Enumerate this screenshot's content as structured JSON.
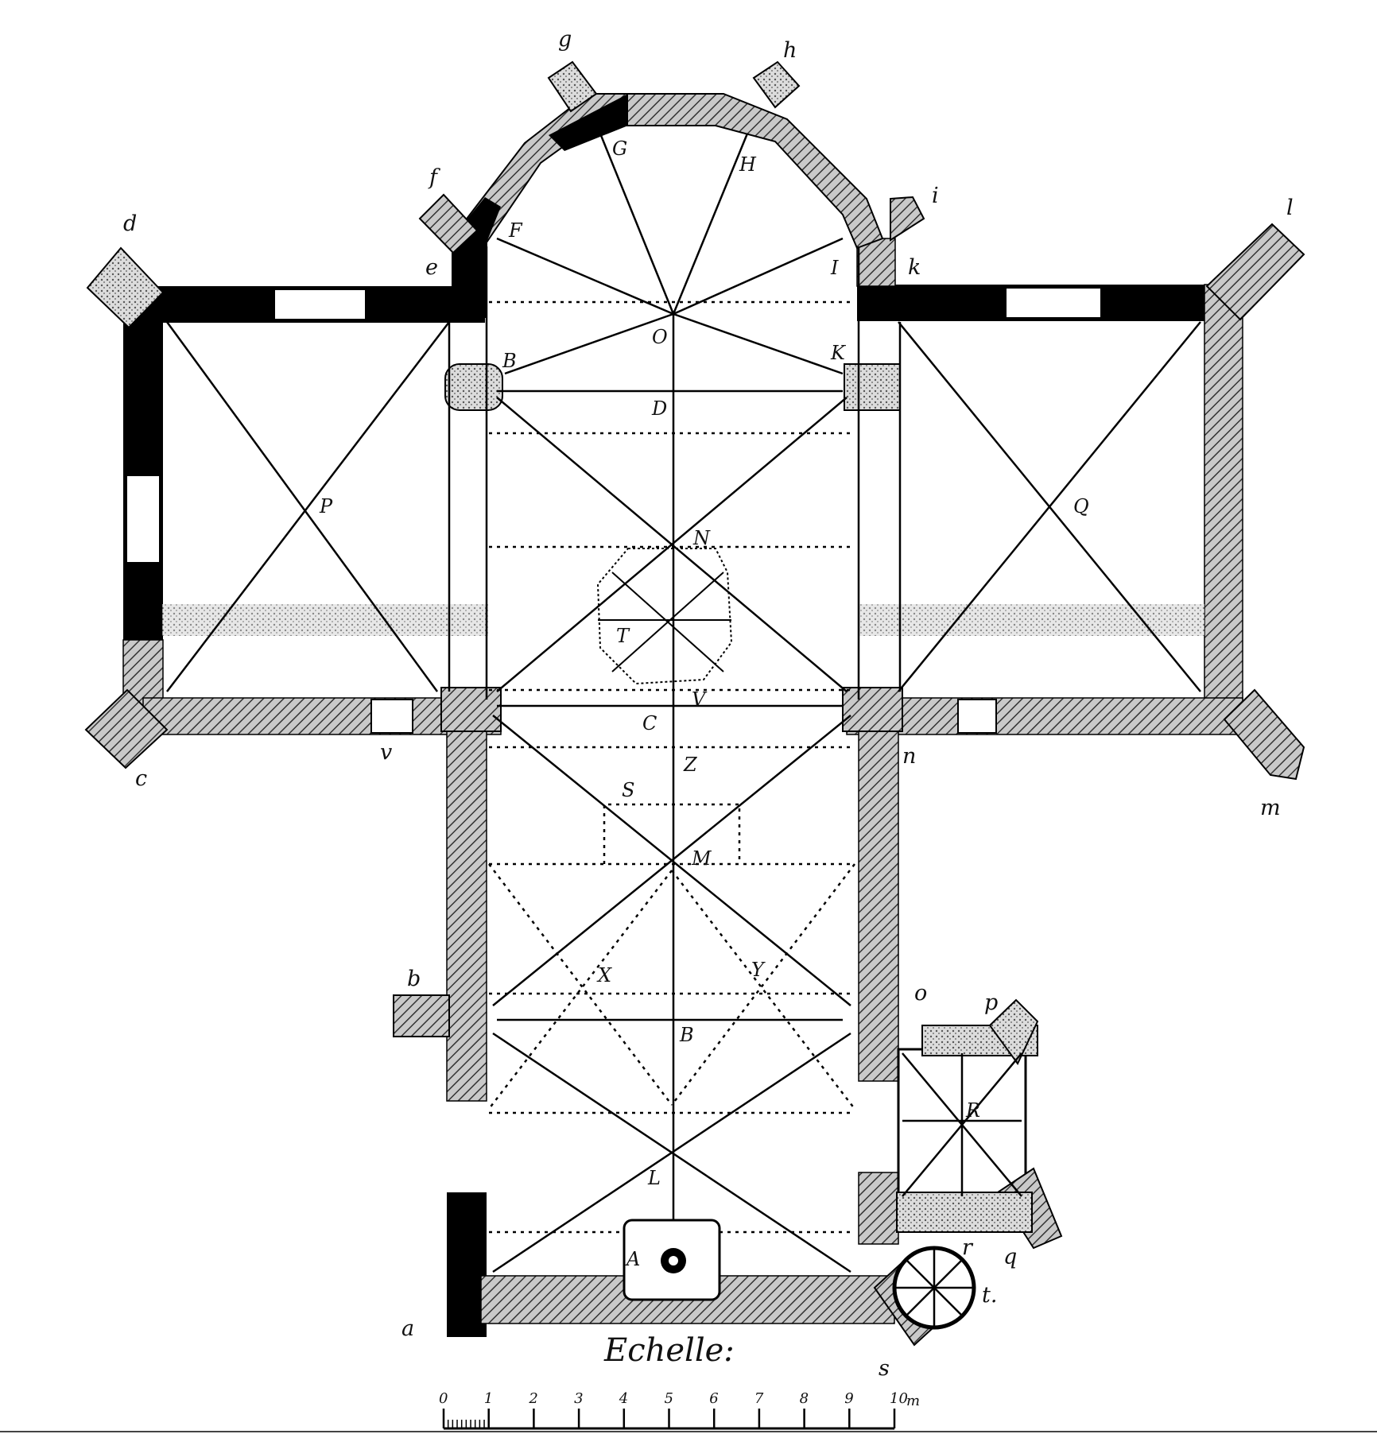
{
  "plan": {
    "scale_title": "Echelle:",
    "scale_ticks": [
      "0",
      "1",
      "2",
      "3",
      "4",
      "5",
      "6",
      "7",
      "8",
      "9",
      "10"
    ],
    "scale_unit_suffix": "m",
    "labels_outer": {
      "a": "a",
      "b": "b",
      "c": "c",
      "d": "d",
      "e": "e",
      "f": "f",
      "g": "g",
      "h": "h",
      "i": "i",
      "k": "k",
      "l": "l",
      "m": "m",
      "n": "n",
      "o": "o",
      "p": "p",
      "q": "q",
      "r": "r",
      "s": "s",
      "t": "t.",
      "v": "v"
    },
    "labels_inner": {
      "A": "A",
      "B": "B",
      "B2": "B",
      "C": "C",
      "D": "D",
      "F": "F",
      "G": "G",
      "H": "H",
      "I": "I",
      "K": "K",
      "L": "L",
      "M": "M",
      "N": "N",
      "O": "O",
      "P": "P",
      "Q": "Q",
      "R": "R",
      "S": "S",
      "T": "T",
      "V": "V",
      "X": "X",
      "Y": "Y",
      "Z": "Z"
    }
  }
}
